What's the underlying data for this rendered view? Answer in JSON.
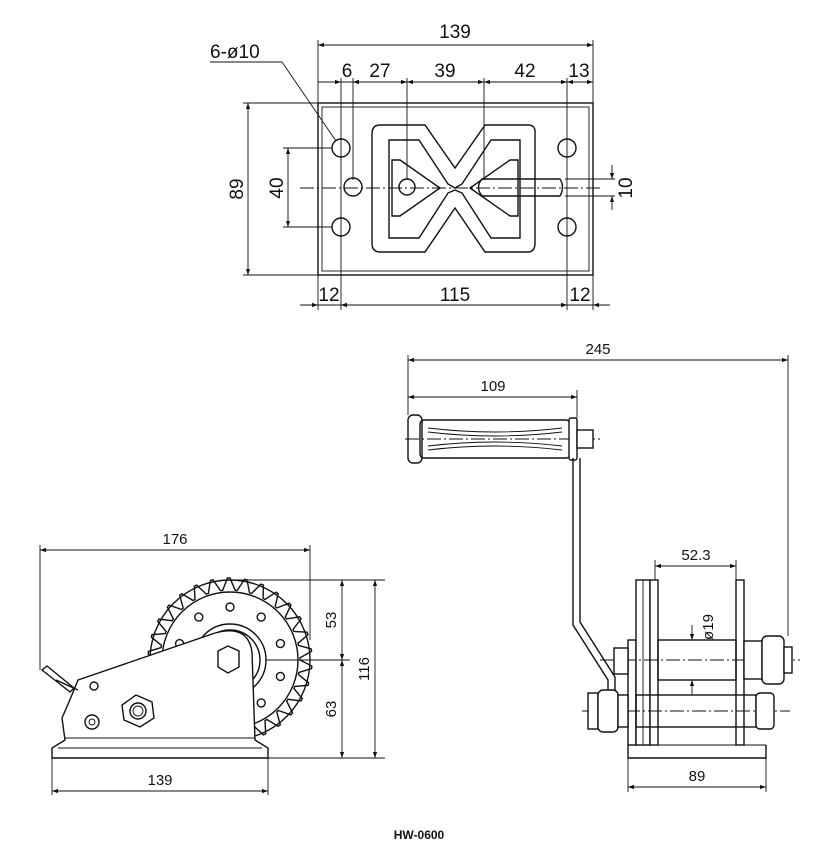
{
  "model": "HW-0600",
  "top_view": {
    "width": "139",
    "height": "89",
    "hole_spec": "6-ø10",
    "offset_a": "6",
    "offset_b": "27",
    "offset_c": "39",
    "offset_d": "42",
    "offset_e": "13",
    "hole_spacing_v": "40",
    "slot_width": "10",
    "edge_left": "12",
    "hole_spacing_h": "115",
    "edge_right": "12"
  },
  "side_view": {
    "overall_length": "176",
    "upper_height": "53",
    "lower_height": "63",
    "total_height": "116",
    "base_length": "139"
  },
  "front_view": {
    "overall_width": "245",
    "handle_length": "109",
    "drum_width": "52.3",
    "drum_diameter": "ø19",
    "base_width": "89"
  }
}
